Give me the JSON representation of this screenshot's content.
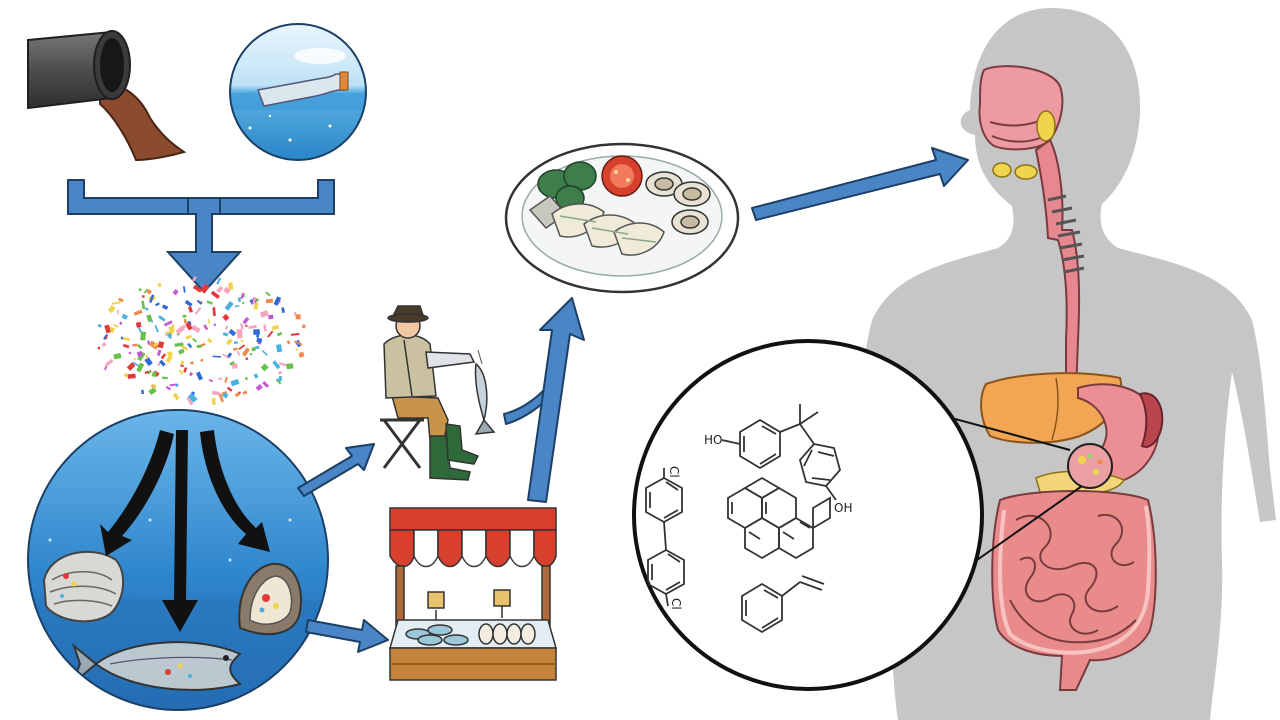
{
  "diagram": {
    "stages": [
      "pollution-sources",
      "microplastics",
      "marine-uptake",
      "fishing",
      "fish-market",
      "seafood-dish",
      "human-digestive-system",
      "chemical-compounds"
    ]
  },
  "chemicals": {
    "bisphenol_oh_top": "HO",
    "bisphenol_oh_bottom": "OH",
    "pcb_cl_top": "Cl",
    "pcb_cl_bottom": "Cl"
  },
  "colors": {
    "arrow_blue": "#4a86c5",
    "arrow_stroke": "#1c3f66",
    "ocean_blue": "#3d8fd0",
    "body_gray": "#c6c6c6",
    "esophagus_pink": "#e7878f",
    "liver_orange": "#f2a654",
    "intestine_pink": "#e98b8b"
  }
}
